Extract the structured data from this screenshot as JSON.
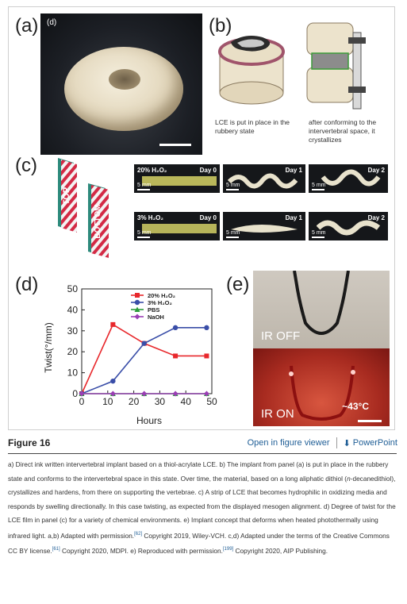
{
  "panels": {
    "a": {
      "label": "(a)",
      "sub": "(d)"
    },
    "b": {
      "label": "(b)",
      "caption_left": "LCE is put in place in the rubbery state",
      "caption_right": "after conforming to the intervertebral space, it crystallizes"
    },
    "c": {
      "label": "(c)",
      "strip_top": "TOP",
      "strip_bottom": "BOTTOM",
      "row1_condition": "20% H₂O₂",
      "row2_condition": "3% H₂O₂",
      "days": [
        "Day 0",
        "Day 1",
        "Day 2"
      ],
      "scale": "5 mm"
    },
    "d": {
      "label": "(d)"
    },
    "e": {
      "label": "(e)",
      "off": "IR OFF",
      "on": "IR ON",
      "temp": "~43°C"
    }
  },
  "chart_data": {
    "type": "line",
    "xlabel": "Hours",
    "ylabel": "Twist(°/mm)",
    "xlim": [
      0,
      50
    ],
    "ylim": [
      0,
      50
    ],
    "xticks": [
      0,
      10,
      20,
      30,
      40,
      50
    ],
    "yticks": [
      0,
      10,
      20,
      30,
      40,
      50
    ],
    "legend_position": "top-right",
    "series": [
      {
        "name": "20% H₂O₂",
        "color": "#e8282c",
        "marker": "square",
        "x": [
          0,
          12,
          24,
          36,
          48
        ],
        "y": [
          0,
          33,
          24,
          18,
          18
        ]
      },
      {
        "name": "3% H₂O₂",
        "color": "#3a4ea8",
        "marker": "circle",
        "x": [
          0,
          12,
          24,
          36,
          48
        ],
        "y": [
          0,
          6,
          24,
          31.5,
          31.5
        ]
      },
      {
        "name": "PBS",
        "color": "#2a9c3a",
        "marker": "triangle",
        "x": [
          0,
          12,
          24,
          36,
          48
        ],
        "y": [
          0,
          0,
          0,
          0,
          0
        ]
      },
      {
        "name": "NaOH",
        "color": "#9b3fb5",
        "marker": "diamond",
        "x": [
          0,
          12,
          24,
          36,
          48
        ],
        "y": [
          0,
          0,
          0,
          0,
          0
        ]
      }
    ]
  },
  "figure": {
    "title": "Figure 16",
    "open_viewer": "Open in figure viewer",
    "powerpoint": "PowerPoint",
    "caption": {
      "p1": "a) Direct ink written intervertebral implant based on a thiol-acrylate LCE. b) The implant from panel (a) is put in place in the rubbery state and conforms to the intervertebral space in this state. Over time, the material, based on a long aliphatic dithiol (",
      "italic": "n",
      "p2": "-decanedithiol), crystallizes and hardens, from there on supporting the vertebrae. c) A strip of LCE that becomes hydrophilic in oxidizing media and responds by swelling directionally. In this case twisting, as expected from the displayed mesogen alignment. d) Degree of twist for the LCE film in panel (c) for a variety of chemical environments. e) Implant concept that deforms when heated photothermally using infrared light. a,b) Adapted with permission.",
      "ref1": "[62]",
      "p3": " Copyright 2019, Wiley-VCH. c,d) Adapted under the terms of the Creative Commons CC BY license.",
      "ref2": "[61]",
      "p4": " Copyright 2020, MDPI. e) Reproduced with permission.",
      "ref3": "[199]",
      "p5": " Copyright 2020, AIP Publishing."
    }
  }
}
